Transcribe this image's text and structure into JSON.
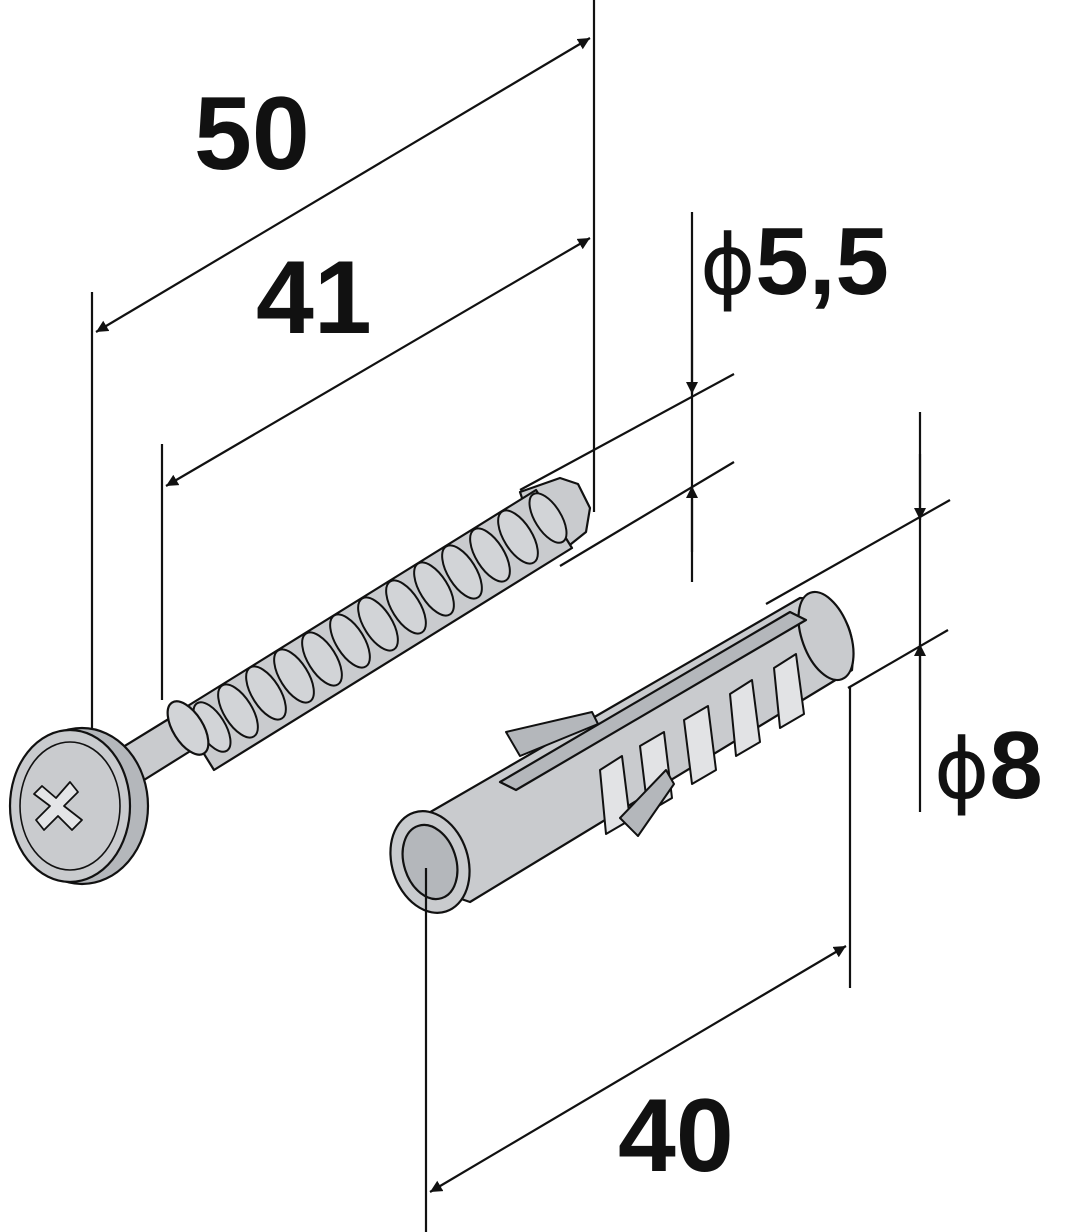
{
  "dimensions": {
    "screw_total_length": "50",
    "screw_thread_length": "41",
    "screw_diameter_symbol": "ϕ",
    "screw_diameter_value": "5,5",
    "dowel_diameter_symbol": "ϕ",
    "dowel_diameter_value": "8",
    "dowel_length": "40"
  },
  "colors": {
    "line": "#111111",
    "part_fill": "#c9cbce",
    "part_shadow": "#b4b7bb",
    "background": "#ffffff"
  },
  "parts": {
    "screw_icon": "phillips-screw-icon",
    "dowel_icon": "wall-plug-dowel-icon"
  }
}
